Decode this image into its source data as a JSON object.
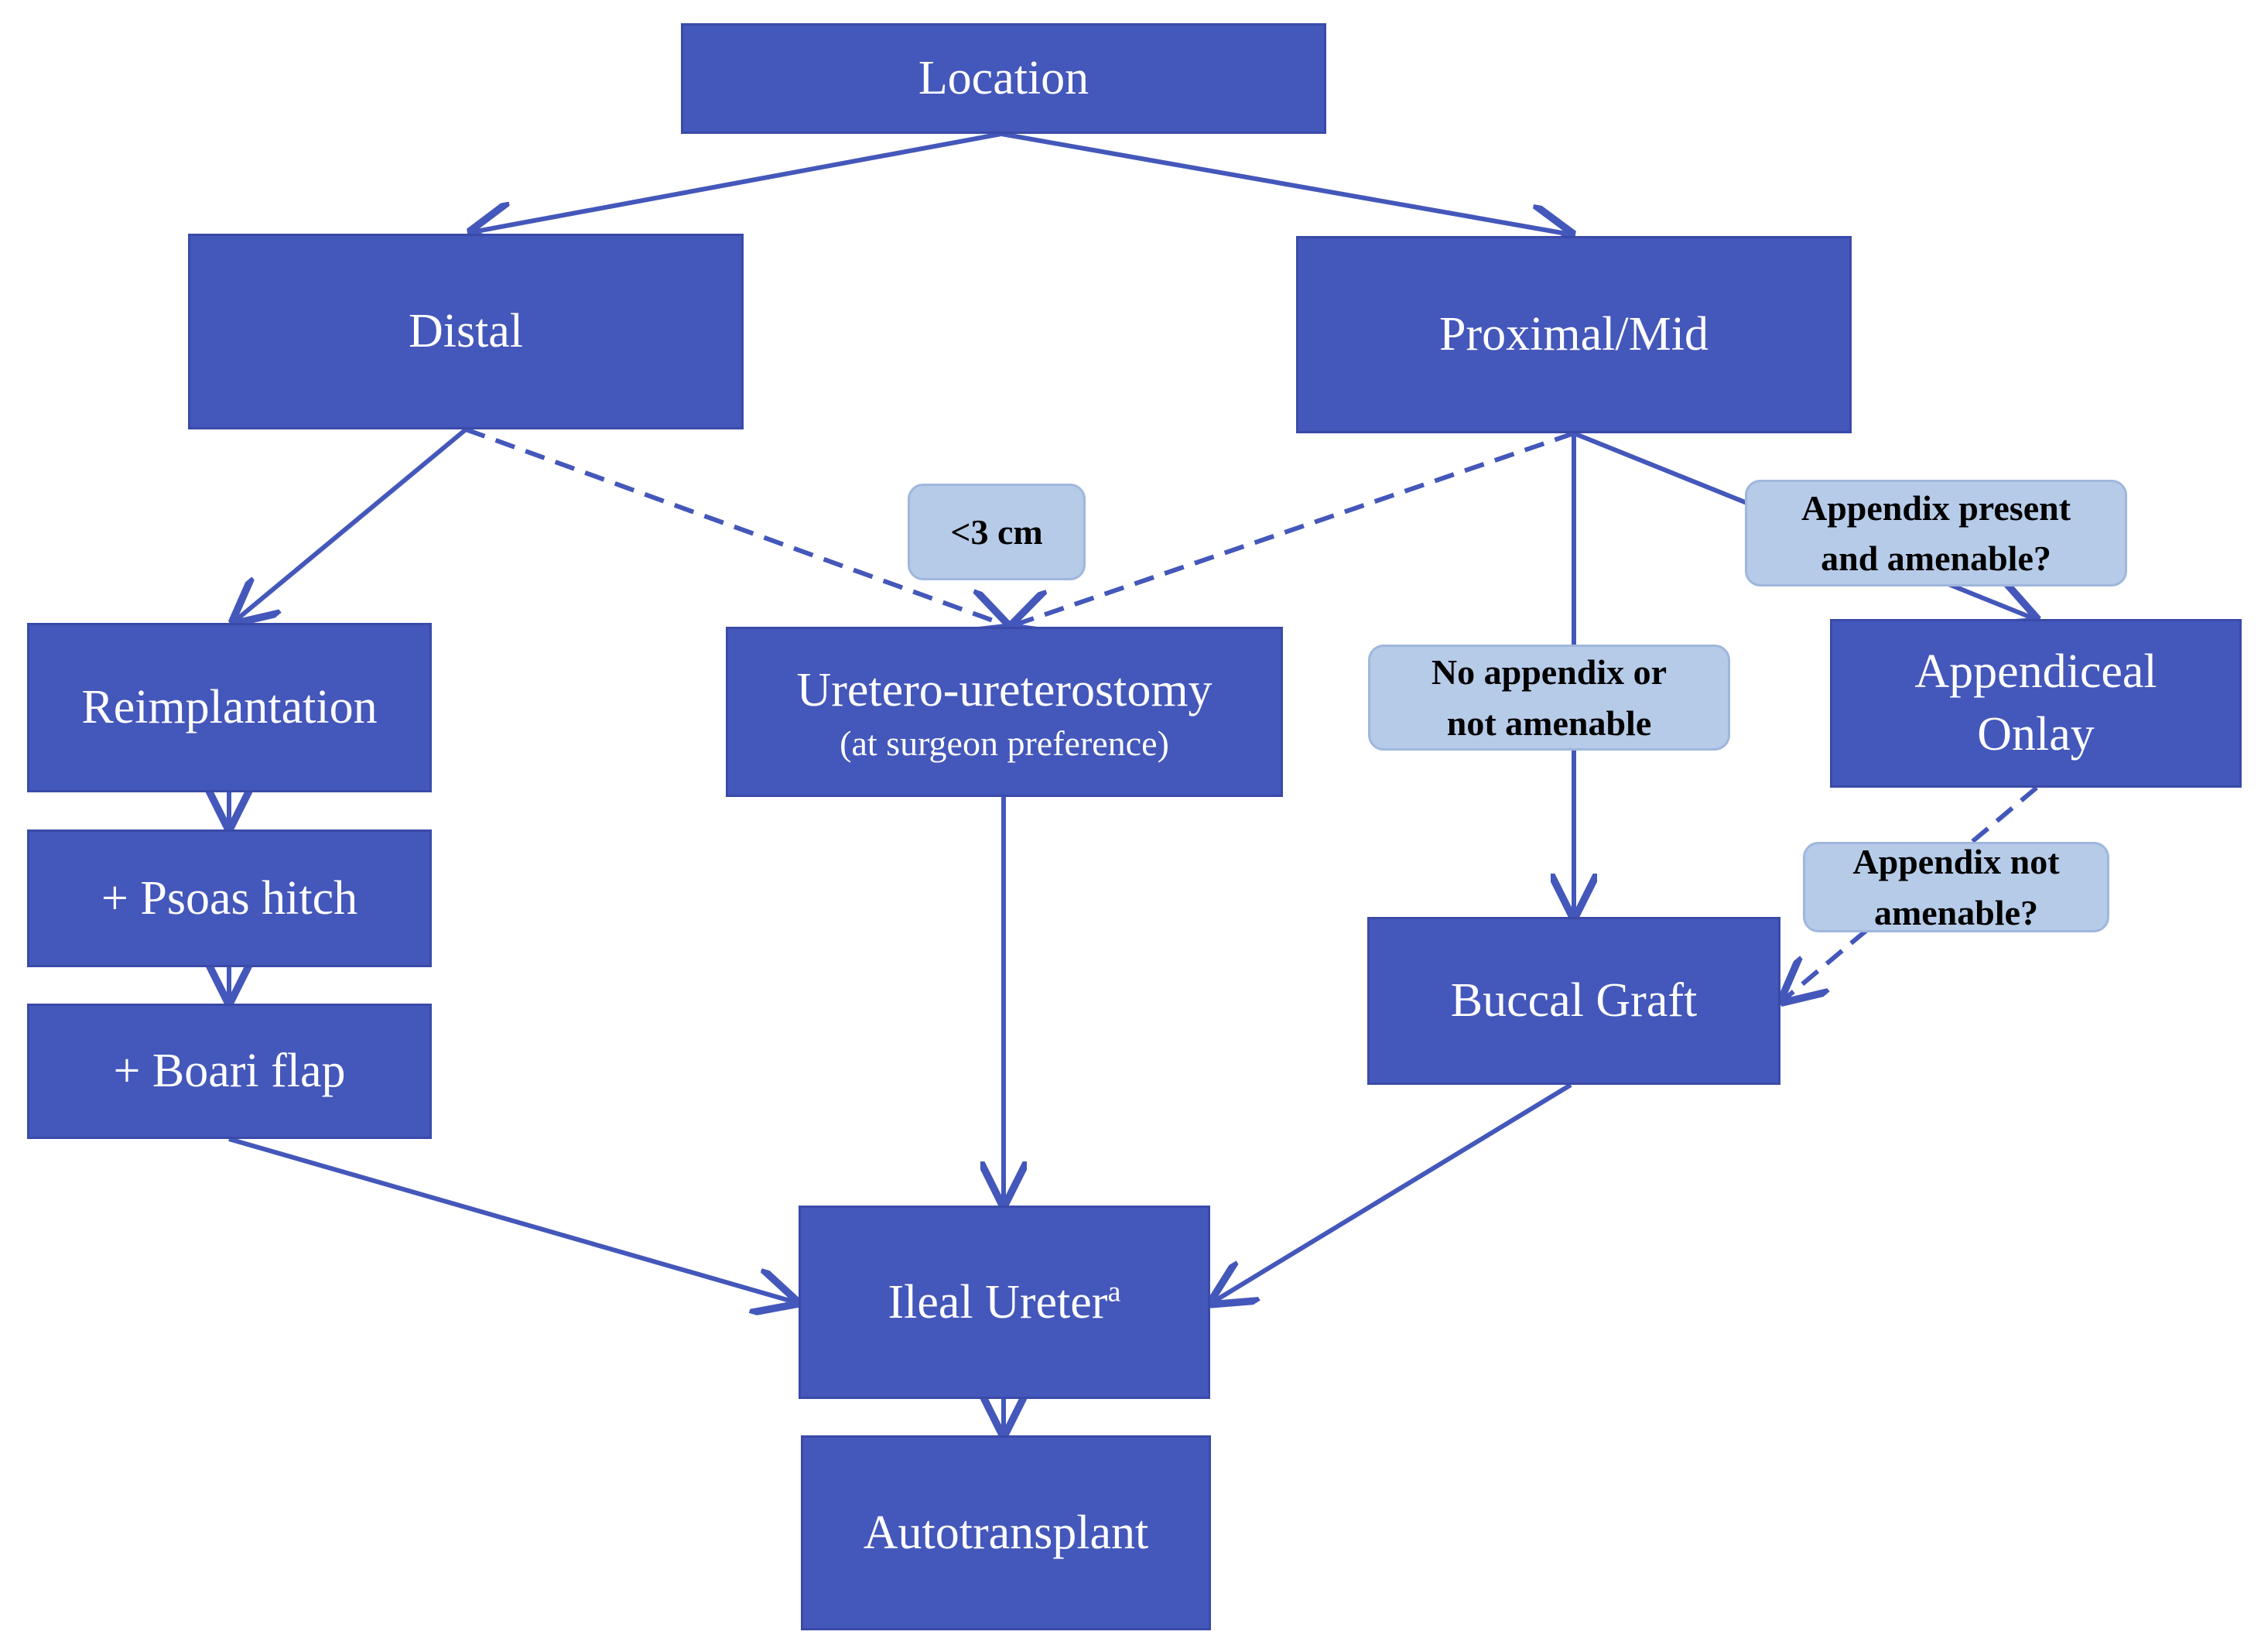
{
  "nodes": {
    "location": "Location",
    "distal": "Distal",
    "proximal_mid": "Proximal/Mid",
    "reimplantation": "Reimplantation",
    "psoas_hitch": "+ Psoas hitch",
    "boari_flap": "+ Boari flap",
    "uretero_ureterostomy": "Uretero-ureterostomy",
    "uretero_ureterostomy_note": "(at surgeon preference)",
    "appendiceal_onlay_line1": "Appendiceal",
    "appendiceal_onlay_line2": "Onlay",
    "buccal_graft": "Buccal Graft",
    "ileal_ureter": "Ileal Ureter",
    "ileal_ureter_footnote": "a",
    "autotransplant": "Autotransplant"
  },
  "conditions": {
    "lt_3cm": "<3 cm",
    "appendix_present_line1": "Appendix present",
    "appendix_present_line2": "and amenable?",
    "no_appendix_line1": "No appendix or",
    "no_appendix_line2": "not amenable",
    "appendix_not_line1": "Appendix not",
    "appendix_not_line2": "amenable?"
  },
  "colors": {
    "node_fill": "#4457ba",
    "node_border": "#3a4aa8",
    "condition_fill": "#b6cbe8",
    "connector": "#4457ba"
  },
  "edges": [
    {
      "from": "location",
      "to": "distal",
      "style": "solid"
    },
    {
      "from": "location",
      "to": "proximal_mid",
      "style": "solid"
    },
    {
      "from": "distal",
      "to": "reimplantation",
      "style": "solid"
    },
    {
      "from": "distal",
      "to": "uretero_ureterostomy",
      "style": "dashed"
    },
    {
      "from": "proximal_mid",
      "to": "uretero_ureterostomy",
      "style": "dashed"
    },
    {
      "from": "proximal_mid",
      "to": "buccal_graft",
      "style": "solid"
    },
    {
      "from": "proximal_mid",
      "to": "appendiceal_onlay",
      "style": "solid"
    },
    {
      "from": "appendiceal_onlay",
      "to": "buccal_graft",
      "style": "dashed"
    },
    {
      "from": "reimplantation",
      "to": "psoas_hitch",
      "style": "solid"
    },
    {
      "from": "psoas_hitch",
      "to": "boari_flap",
      "style": "solid"
    },
    {
      "from": "boari_flap",
      "to": "ileal_ureter",
      "style": "solid"
    },
    {
      "from": "uretero_ureterostomy",
      "to": "ileal_ureter",
      "style": "solid"
    },
    {
      "from": "buccal_graft",
      "to": "ileal_ureter",
      "style": "solid"
    },
    {
      "from": "ileal_ureter",
      "to": "autotransplant",
      "style": "solid"
    }
  ]
}
